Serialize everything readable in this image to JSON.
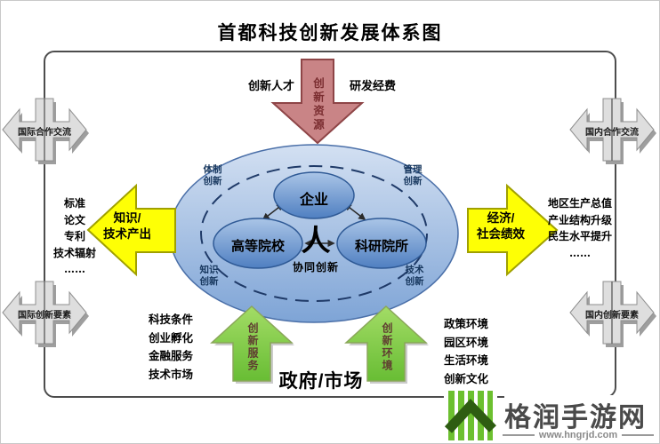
{
  "title": "首都科技创新发展体系图",
  "top_flow": {
    "arrow": "创新资源",
    "left": "创新人才",
    "right": "研发经费"
  },
  "core": {
    "node_top": "企业",
    "node_left": "高等院校",
    "node_right": "科研院所",
    "center": "人",
    "center_sub": "协同创新",
    "corner_tl": "体制\n创新",
    "corner_tr": "管理\n创新",
    "corner_bl": "知识\n创新",
    "corner_br": "技术\n创新"
  },
  "left_flow": {
    "arrow": "知识/\n技术产出",
    "items": [
      "标准",
      "论文",
      "专利",
      "技术辐射",
      "……"
    ]
  },
  "right_flow": {
    "arrow": "经济/\n社会绩效",
    "items": [
      "地区生产总值",
      "产业结构升级",
      "民生水平提升",
      "……"
    ]
  },
  "bottom_flow": {
    "arrow_left": "创新服务",
    "arrow_right": "创新环境",
    "center": "政府/市场",
    "items_left": [
      "科技条件",
      "创业孵化",
      "金融服务",
      "技术市场"
    ],
    "items_right": [
      "政策环境",
      "园区环境",
      "生活环境",
      "创新文化"
    ]
  },
  "edge_arrows": {
    "tl": "国际合作交流",
    "tr": "国内合作交流",
    "bl": "国际创新要素",
    "br": "国内创新要素"
  },
  "watermark": {
    "name": "格润手游网",
    "url": "www.hngrjd.com"
  },
  "colors": {
    "red_arrow": "#c98486",
    "red_arrow_border": "#8e4547",
    "yellow_arrow": "#feff05",
    "green_arrow": "#7cc83e",
    "node_blue": "#5b86c4",
    "ellipse_blue": "#9dbbe0",
    "gray_arrow": "#dedede",
    "logo_green": "#6cc02f"
  }
}
